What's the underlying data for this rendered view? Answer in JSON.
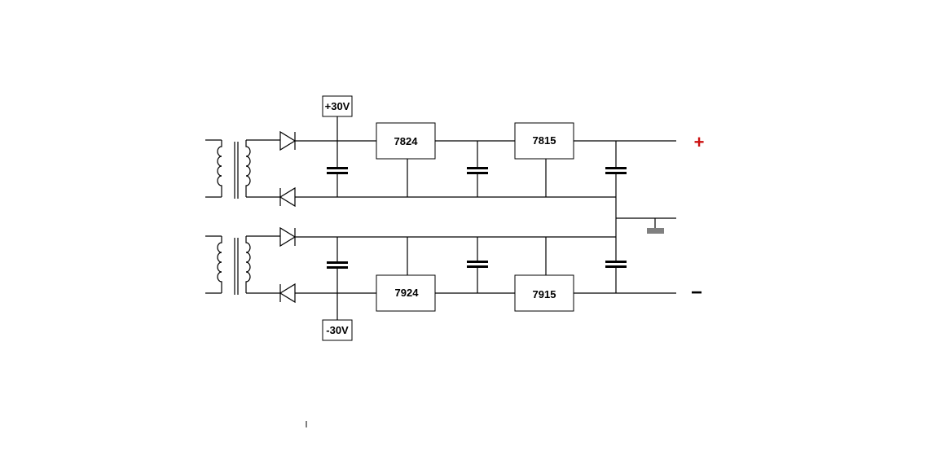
{
  "diagram": {
    "labels": {
      "pos_supply": "+30V",
      "neg_supply": "-30V",
      "reg_pos_1": "7824",
      "reg_pos_2": "7815",
      "reg_neg_1": "7924",
      "reg_neg_2": "7915",
      "out_plus": "+",
      "out_minus": "−"
    },
    "colors": {
      "wire": "#000000",
      "plus_symbol": "#cc1111",
      "minus_symbol": "#000000",
      "ground_plate": "#808080"
    }
  }
}
